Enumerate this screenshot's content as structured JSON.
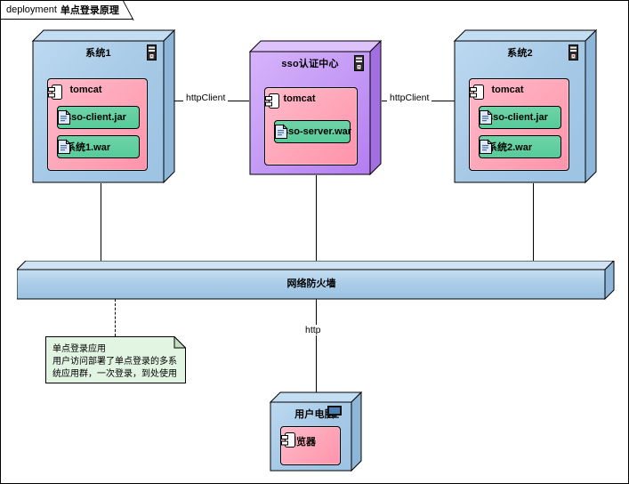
{
  "frame": {
    "keyword": "deployment",
    "name": "单点登录原理"
  },
  "nodes": [
    {
      "id": "system1",
      "title": "系统1",
      "color": "#a8cce8",
      "component": {
        "title": "tomcat",
        "color": "#ffa9bb",
        "artifacts": [
          {
            "label": "sso-client.jar"
          },
          {
            "label": "系统1.war"
          }
        ]
      }
    },
    {
      "id": "sso-center",
      "title": "sso认证中心",
      "color": "#c89bf5",
      "component": {
        "title": "tomcat",
        "color": "#ffa9bb",
        "artifacts": [
          {
            "label": "sso-server.war"
          }
        ]
      }
    },
    {
      "id": "system2",
      "title": "系统2",
      "color": "#a8cce8",
      "component": {
        "title": "tomcat",
        "color": "#ffa9bb",
        "artifacts": [
          {
            "label": "sso-client.jar"
          },
          {
            "label": "系统2.war"
          }
        ]
      }
    }
  ],
  "firewall": {
    "title": "网络防火墙",
    "color": "#a8cce8"
  },
  "user_computer": {
    "title": "用户电脑",
    "color": "#a8cce8",
    "component": {
      "title": "浏览器",
      "color": "#ffa9bb"
    }
  },
  "note": {
    "line1": "单点登录应用",
    "line2": "用户访问部署了单点登录的多系统应用群，一次登录，到处使用",
    "color": "#e2f4e2"
  },
  "edges": [
    {
      "id": "sys1-sso",
      "label": "httpClient"
    },
    {
      "id": "sso-sys2",
      "label": "httpClient"
    },
    {
      "id": "fw-user",
      "label": "http"
    }
  ]
}
